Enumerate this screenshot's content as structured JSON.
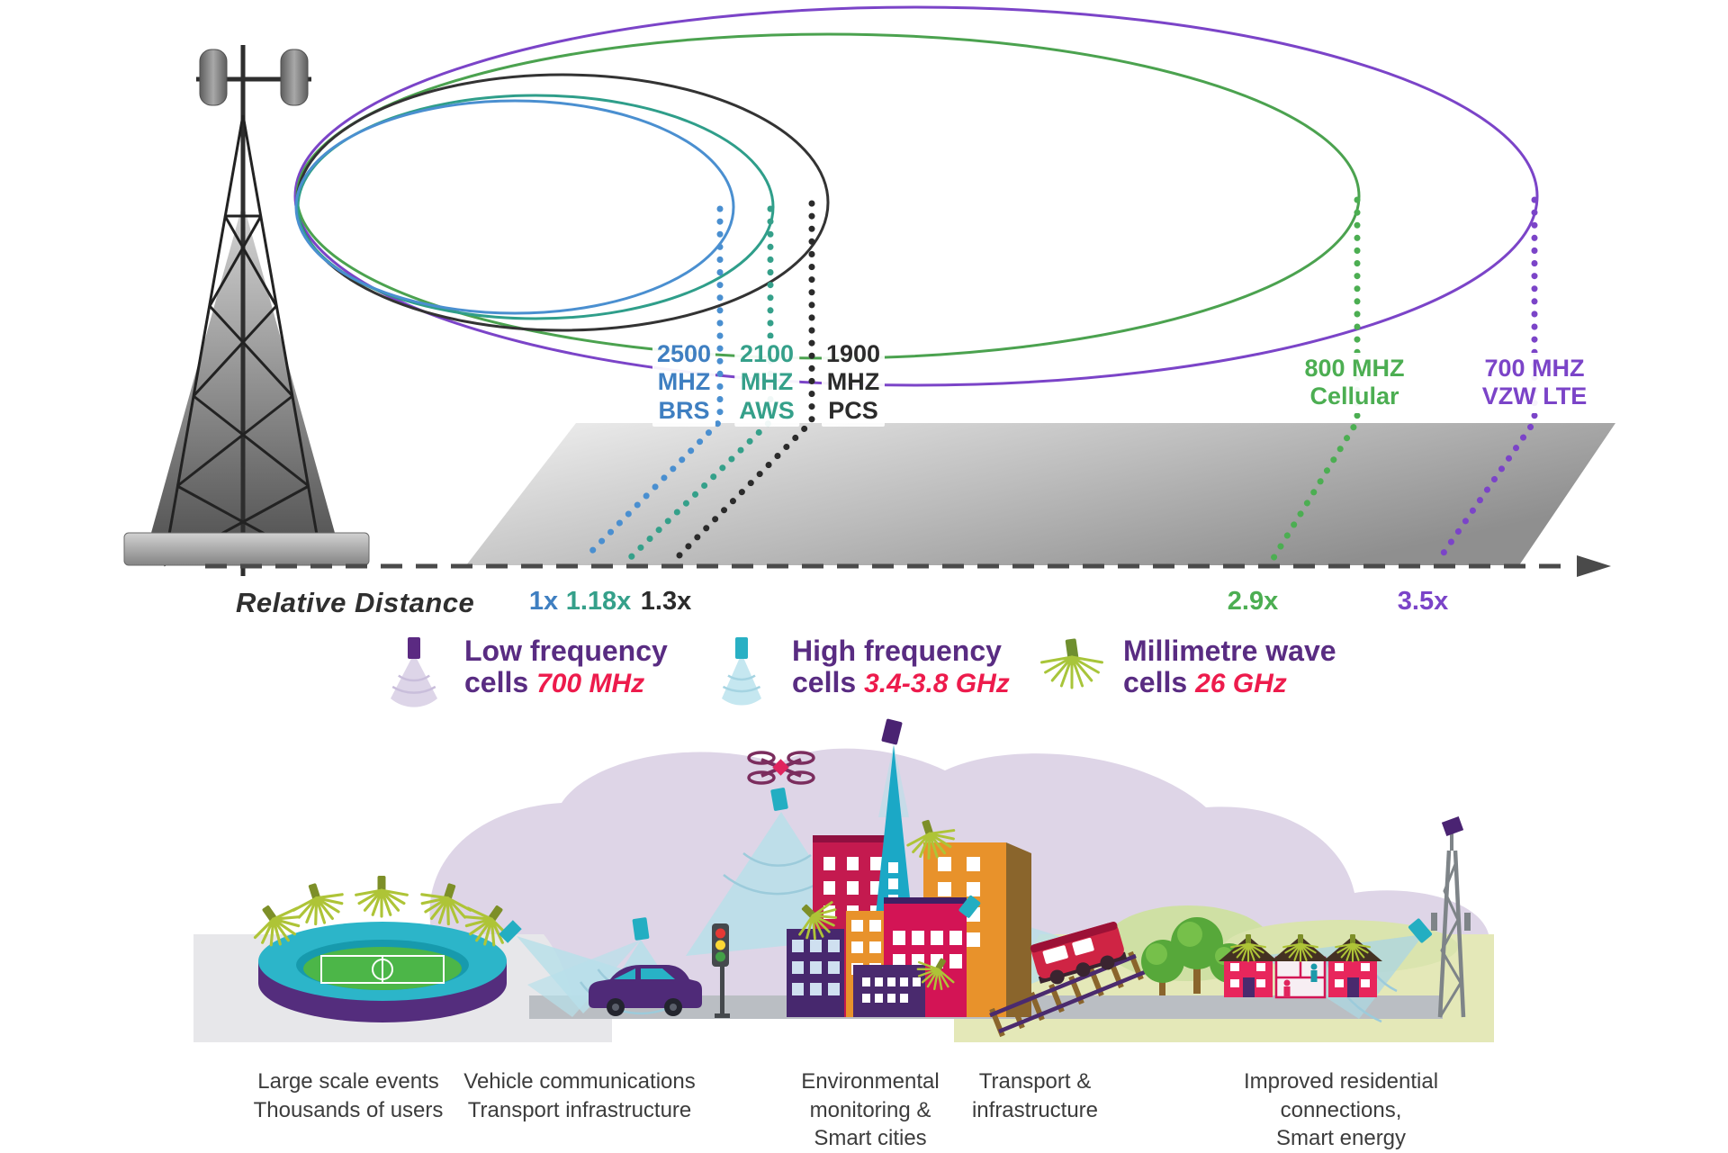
{
  "diagram": {
    "axis_label": "Relative Distance",
    "markers": [
      {
        "name": "2500 MHZ BRS",
        "line1": "2500",
        "line2": "MHZ",
        "line3": "BRS",
        "distance": "1x",
        "color": "#3f7fc1"
      },
      {
        "name": "2100 MHZ AWS",
        "line1": "2100",
        "line2": "MHZ",
        "line3": "AWS",
        "distance": "1.18x",
        "color": "#35a08a"
      },
      {
        "name": "1900 MHZ PCS",
        "line1": "1900",
        "line2": "MHZ",
        "line3": "PCS",
        "distance": "1.3x",
        "color": "#2b2b2b"
      },
      {
        "name": "800 MHZ Cellular",
        "line1": "800 MHZ",
        "line2": "Cellular",
        "distance": "2.9x",
        "color": "#4cae52"
      },
      {
        "name": "700 MHZ VZW LTE",
        "line1": "700 MHZ",
        "line2": "VZW LTE",
        "distance": "3.5x",
        "color": "#7b44c8"
      }
    ]
  },
  "legend": {
    "title_color": "#592c82",
    "freq_color": "#ed1b4c",
    "items": [
      {
        "icon": "low-frequency-cell-icon",
        "title": "Low frequency",
        "cells_word": "cells",
        "freq": "700 MHz"
      },
      {
        "icon": "high-frequency-cell-icon",
        "title": "High frequency",
        "cells_word": "cells",
        "freq": "3.4-3.8 GHz"
      },
      {
        "icon": "millimetre-wave-cell-icon",
        "title": "Millimetre wave",
        "cells_word": "cells",
        "freq": "26 GHz"
      }
    ]
  },
  "scene": {
    "captions": [
      {
        "lines": [
          "Large scale events",
          "Thousands of users"
        ]
      },
      {
        "lines": [
          "Vehicle communications",
          "Transport infrastructure"
        ]
      },
      {
        "lines": [
          "Environmental",
          "monitoring &",
          "Smart cities"
        ]
      },
      {
        "lines": [
          "Transport &",
          "infrastructure"
        ]
      },
      {
        "lines": [
          "Improved residential",
          "connections,",
          "Smart energy"
        ]
      }
    ]
  }
}
